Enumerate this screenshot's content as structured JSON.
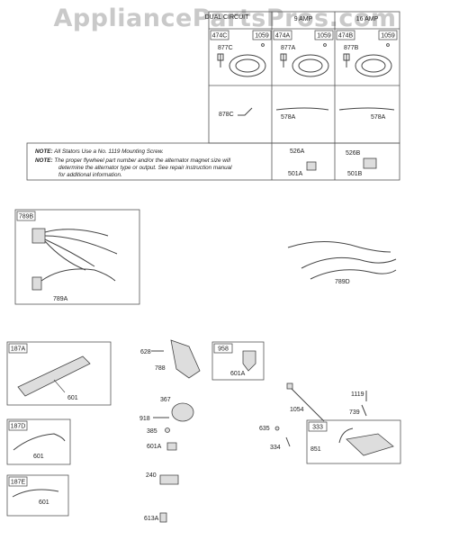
{
  "watermark": "AppliancePartsPros.com",
  "stator_panel": {
    "columns": [
      {
        "header": "DUAL CIRCUIT",
        "box_label": "474C",
        "screw_label": "1059",
        "stator_label": "877C",
        "harness_label": "878C"
      },
      {
        "header": "9 AMP",
        "box_label": "474A",
        "screw_label": "1059",
        "stator_label": "877A",
        "harness_label": "578A"
      },
      {
        "header": "16 AMP",
        "box_label": "474B",
        "screw_label": "1059",
        "stator_label": "877B",
        "harness_label": "578A"
      }
    ],
    "note1_prefix": "NOTE:",
    "note1_text": "All Stators Use  a No. 1119 Mounting Screw.",
    "note2_prefix": "NOTE:",
    "note2_line1": "The proper flywheel part number and/or the alternator magnet size will",
    "note2_line2": "determine the alternator type or output. See repair instruction manual",
    "note2_line3": "for additional information.",
    "rectifier_a": {
      "top_label": "526A",
      "bottom_label": "501A"
    },
    "rectifier_b": {
      "top_label": "526B",
      "bottom_label": "501B"
    }
  },
  "harness_789": {
    "box_label": "789B",
    "inner_label": "789A"
  },
  "harness_789d": {
    "label": "789D"
  },
  "group_187a": {
    "box_label": "187A",
    "part_label": "601"
  },
  "group_187d": {
    "box_label": "187D",
    "part_label": "601"
  },
  "group_187e": {
    "box_label": "187E",
    "part_label": "601"
  },
  "switch_group": {
    "screw_label": "628",
    "bracket_label": "788"
  },
  "group_958": {
    "box_label": "958",
    "part_label": "601A"
  },
  "solenoid_group": {
    "top_label": "367",
    "nut_label": "918",
    "screw_label": "385",
    "clip_label": "601A",
    "connector_label": "240",
    "fuse_label": "613A"
  },
  "tie_group": {
    "tie_label": "1054",
    "screw_label": "635",
    "clip_label": "334"
  },
  "screws_right": {
    "screw1_label": "1119",
    "screw2_label": "739"
  },
  "group_333": {
    "box_label": "333",
    "part_label": "851"
  }
}
